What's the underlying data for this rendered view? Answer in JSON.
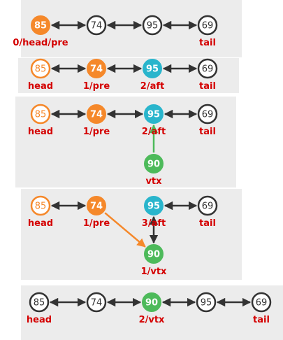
{
  "colors": {
    "plain": "#ffffff",
    "orange": "#f5882a",
    "teal": "#29b5cc",
    "green": "#4dba5a",
    "label": "#d40000",
    "edge_default": "#333333",
    "edge_green": "#4dba5a",
    "edge_orange": "#f5882a"
  },
  "panels": [
    {
      "nodes": [
        {
          "id": "n85",
          "value": "85",
          "style": "orange",
          "label": "0/head/pre"
        },
        {
          "id": "n74",
          "value": "74",
          "style": "plain",
          "label": ""
        },
        {
          "id": "n95",
          "value": "95",
          "style": "plain",
          "label": ""
        },
        {
          "id": "n69",
          "value": "69",
          "style": "plain",
          "label": "tail"
        }
      ],
      "edges": [
        {
          "from": "n85",
          "to": "n74",
          "kind": "double",
          "color": "default"
        },
        {
          "from": "n74",
          "to": "n95",
          "kind": "double",
          "color": "default"
        },
        {
          "from": "n95",
          "to": "n69",
          "kind": "double",
          "color": "default"
        }
      ]
    },
    {
      "nodes": [
        {
          "id": "n85",
          "value": "85",
          "style": "orange-outline",
          "label": "head"
        },
        {
          "id": "n74",
          "value": "74",
          "style": "orange",
          "label": "1/pre"
        },
        {
          "id": "n95",
          "value": "95",
          "style": "teal",
          "label": "2/aft"
        },
        {
          "id": "n69",
          "value": "69",
          "style": "plain",
          "label": "tail"
        }
      ],
      "edges": [
        {
          "from": "n85",
          "to": "n74",
          "kind": "double",
          "color": "default"
        },
        {
          "from": "n74",
          "to": "n95",
          "kind": "double",
          "color": "default"
        },
        {
          "from": "n95",
          "to": "n69",
          "kind": "double",
          "color": "default"
        }
      ]
    },
    {
      "nodes": [
        {
          "id": "n85",
          "value": "85",
          "style": "orange-outline",
          "label": "head"
        },
        {
          "id": "n74",
          "value": "74",
          "style": "orange",
          "label": "1/pre"
        },
        {
          "id": "n95",
          "value": "95",
          "style": "teal",
          "label": "2/aft"
        },
        {
          "id": "n69",
          "value": "69",
          "style": "plain",
          "label": "tail"
        },
        {
          "id": "n90",
          "value": "90",
          "style": "green",
          "label": "vtx"
        }
      ],
      "edges": [
        {
          "from": "n85",
          "to": "n74",
          "kind": "double",
          "color": "default"
        },
        {
          "from": "n74",
          "to": "n95",
          "kind": "double",
          "color": "default"
        },
        {
          "from": "n95",
          "to": "n69",
          "kind": "double",
          "color": "default"
        },
        {
          "from": "n90",
          "to": "n95",
          "kind": "single",
          "color": "green"
        }
      ]
    },
    {
      "nodes": [
        {
          "id": "n85",
          "value": "85",
          "style": "orange-outline",
          "label": "head"
        },
        {
          "id": "n74",
          "value": "74",
          "style": "orange",
          "label": "1/pre"
        },
        {
          "id": "n95",
          "value": "95",
          "style": "teal",
          "label": "3/aft"
        },
        {
          "id": "n69",
          "value": "69",
          "style": "plain",
          "label": "tail"
        },
        {
          "id": "n90",
          "value": "90",
          "style": "green",
          "label": "1/vtx"
        }
      ],
      "edges": [
        {
          "from": "n85",
          "to": "n74",
          "kind": "double",
          "color": "default"
        },
        {
          "from": "n95",
          "to": "n69",
          "kind": "double",
          "color": "default"
        },
        {
          "from": "n74",
          "to": "n90",
          "kind": "single",
          "color": "orange"
        },
        {
          "from": "n90",
          "to": "n95",
          "kind": "double",
          "color": "default"
        }
      ]
    },
    {
      "nodes": [
        {
          "id": "n85",
          "value": "85",
          "style": "plain",
          "label": "head"
        },
        {
          "id": "n74",
          "value": "74",
          "style": "plain",
          "label": ""
        },
        {
          "id": "n90",
          "value": "90",
          "style": "green",
          "label": "2/vtx"
        },
        {
          "id": "n95",
          "value": "95",
          "style": "plain",
          "label": ""
        },
        {
          "id": "n69",
          "value": "69",
          "style": "plain",
          "label": "tail"
        }
      ],
      "edges": [
        {
          "from": "n85",
          "to": "n74",
          "kind": "double",
          "color": "default"
        },
        {
          "from": "n74",
          "to": "n90",
          "kind": "double",
          "color": "default"
        },
        {
          "from": "n90",
          "to": "n95",
          "kind": "double",
          "color": "default"
        },
        {
          "from": "n95",
          "to": "n69",
          "kind": "double",
          "color": "default"
        }
      ]
    }
  ]
}
